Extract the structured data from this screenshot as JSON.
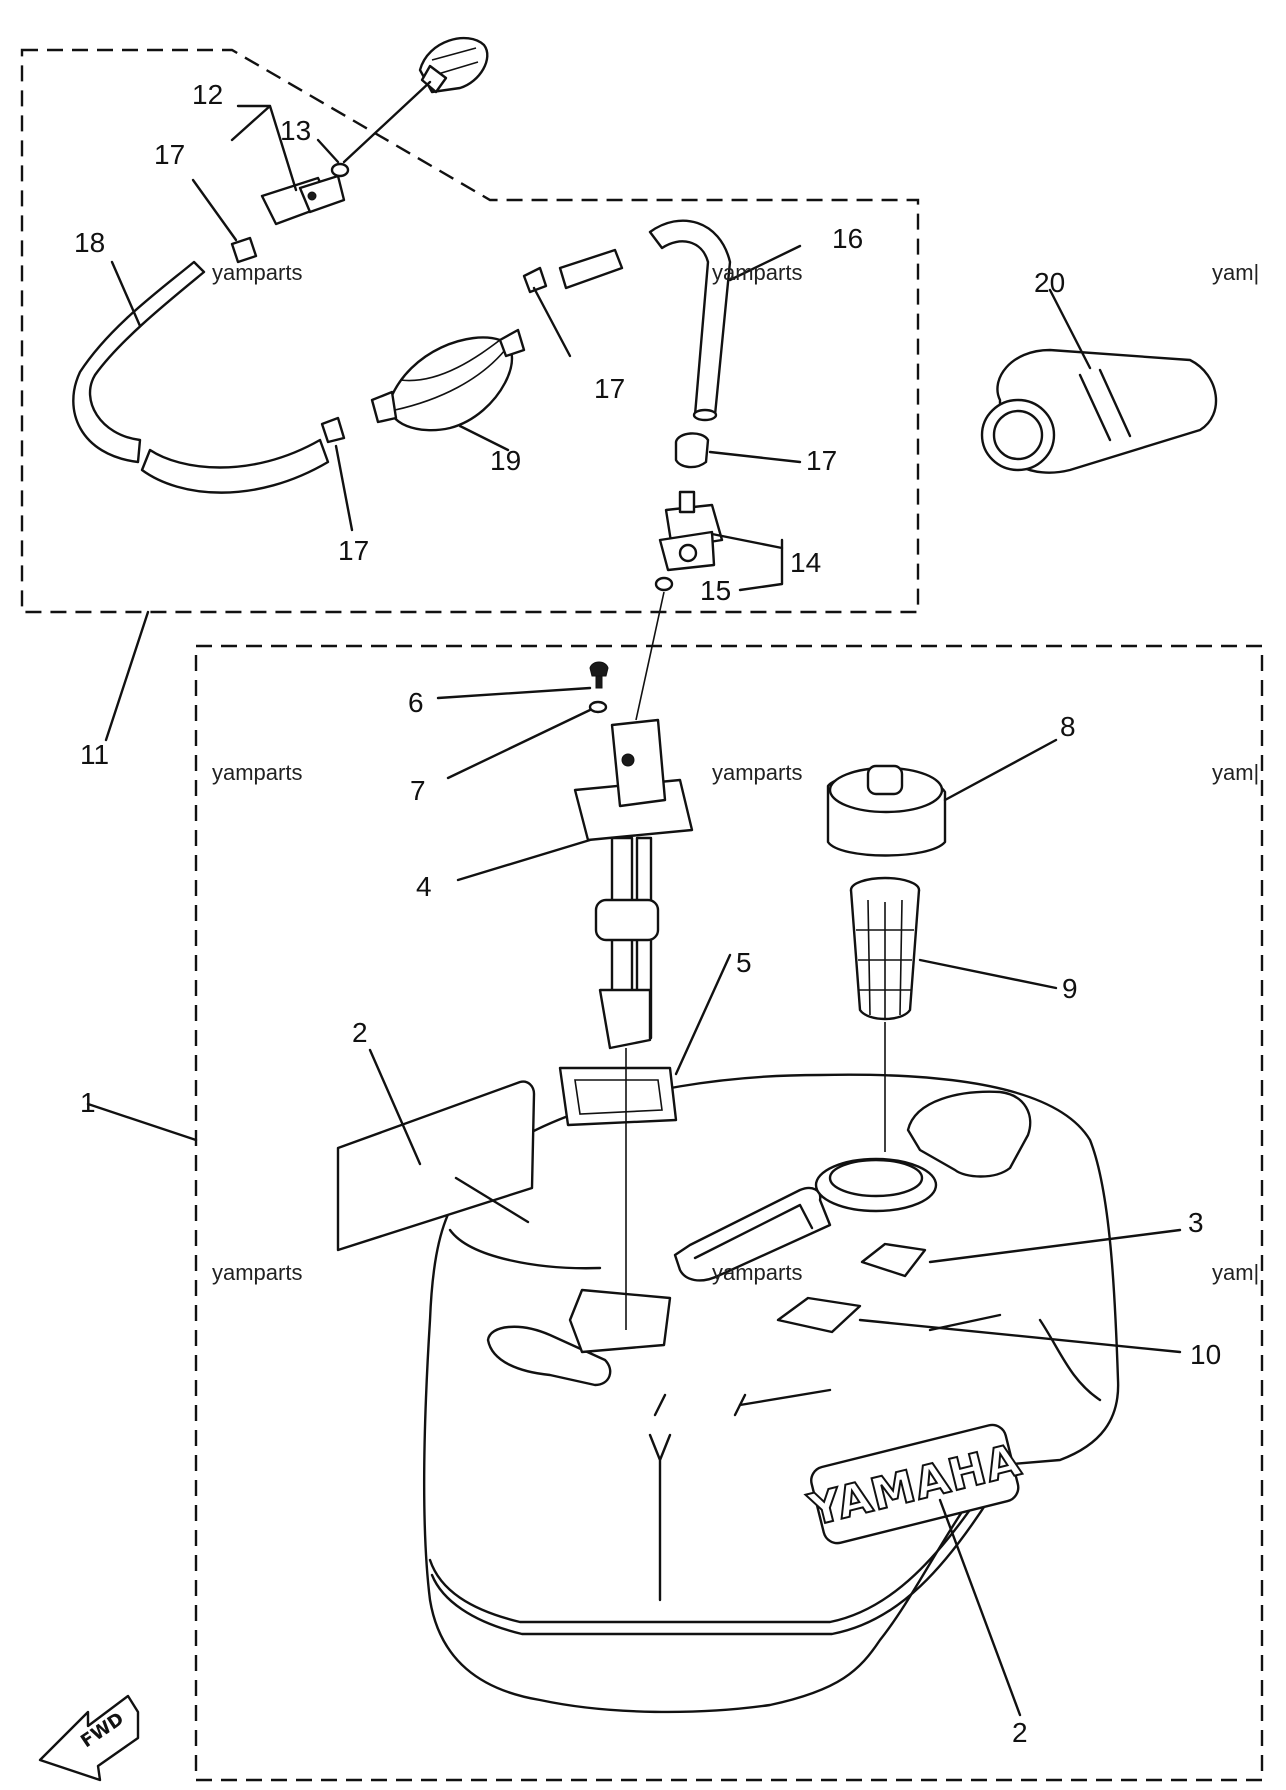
{
  "callouts": [
    {
      "id": "1",
      "label": "1"
    },
    {
      "id": "2a",
      "label": "2"
    },
    {
      "id": "2b",
      "label": "2"
    },
    {
      "id": "3",
      "label": "3"
    },
    {
      "id": "4",
      "label": "4"
    },
    {
      "id": "5",
      "label": "5"
    },
    {
      "id": "6",
      "label": "6"
    },
    {
      "id": "7",
      "label": "7"
    },
    {
      "id": "8",
      "label": "8"
    },
    {
      "id": "9",
      "label": "9"
    },
    {
      "id": "10",
      "label": "10"
    },
    {
      "id": "11",
      "label": "11"
    },
    {
      "id": "12",
      "label": "12"
    },
    {
      "id": "13",
      "label": "13"
    },
    {
      "id": "14",
      "label": "14"
    },
    {
      "id": "15",
      "label": "15"
    },
    {
      "id": "16",
      "label": "16"
    },
    {
      "id": "17a",
      "label": "17"
    },
    {
      "id": "17b",
      "label": "17"
    },
    {
      "id": "17c",
      "label": "17"
    },
    {
      "id": "17d",
      "label": "17"
    },
    {
      "id": "18",
      "label": "18"
    },
    {
      "id": "19",
      "label": "19"
    },
    {
      "id": "20",
      "label": "20"
    }
  ],
  "watermark": "yamparts",
  "watermark_clipped": "yam|",
  "tank_logo": "YAMAHA",
  "direction_label": "FWD",
  "colors": {
    "ink": "#111111",
    "paper": "#ffffff"
  }
}
